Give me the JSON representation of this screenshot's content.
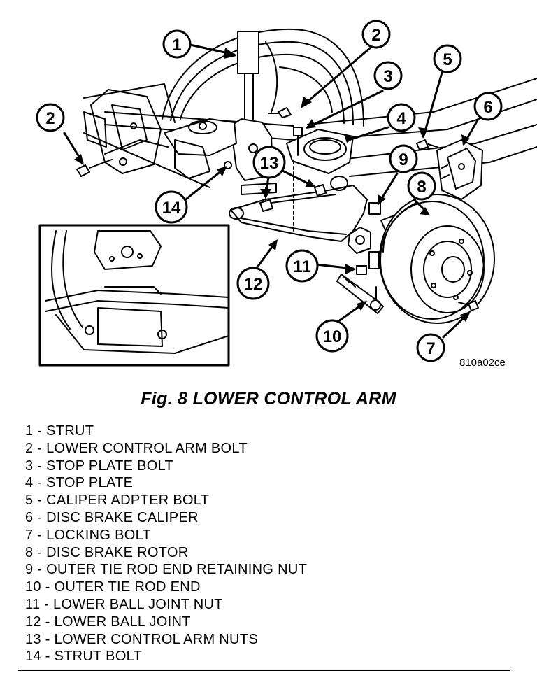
{
  "figure": {
    "code": "810a02ce",
    "callouts": [
      {
        "num": "1"
      },
      {
        "num": "2"
      },
      {
        "num": "3"
      },
      {
        "num": "4"
      },
      {
        "num": "5"
      },
      {
        "num": "6"
      },
      {
        "num": "2"
      },
      {
        "num": "9"
      },
      {
        "num": "8"
      },
      {
        "num": "13"
      },
      {
        "num": "14"
      },
      {
        "num": "11"
      },
      {
        "num": "12"
      },
      {
        "num": "10"
      },
      {
        "num": "7"
      }
    ]
  },
  "caption": "Fig. 8 LOWER CONTROL ARM",
  "legend": [
    "1 - STRUT",
    "2 - LOWER CONTROL ARM BOLT",
    "3 - STOP PLATE BOLT",
    "4 - STOP PLATE",
    "5 - CALIPER ADPTER BOLT",
    "6 - DISC BRAKE CALIPER",
    "7 - LOCKING BOLT",
    "8 - DISC BRAKE ROTOR",
    "9 - OUTER TIE ROD END RETAINING NUT",
    "10 - OUTER TIE ROD END",
    "11 - LOWER BALL JOINT NUT",
    "12 - LOWER BALL JOINT",
    "13 - LOWER CONTROL ARM NUTS",
    "14 - STRUT BOLT"
  ]
}
